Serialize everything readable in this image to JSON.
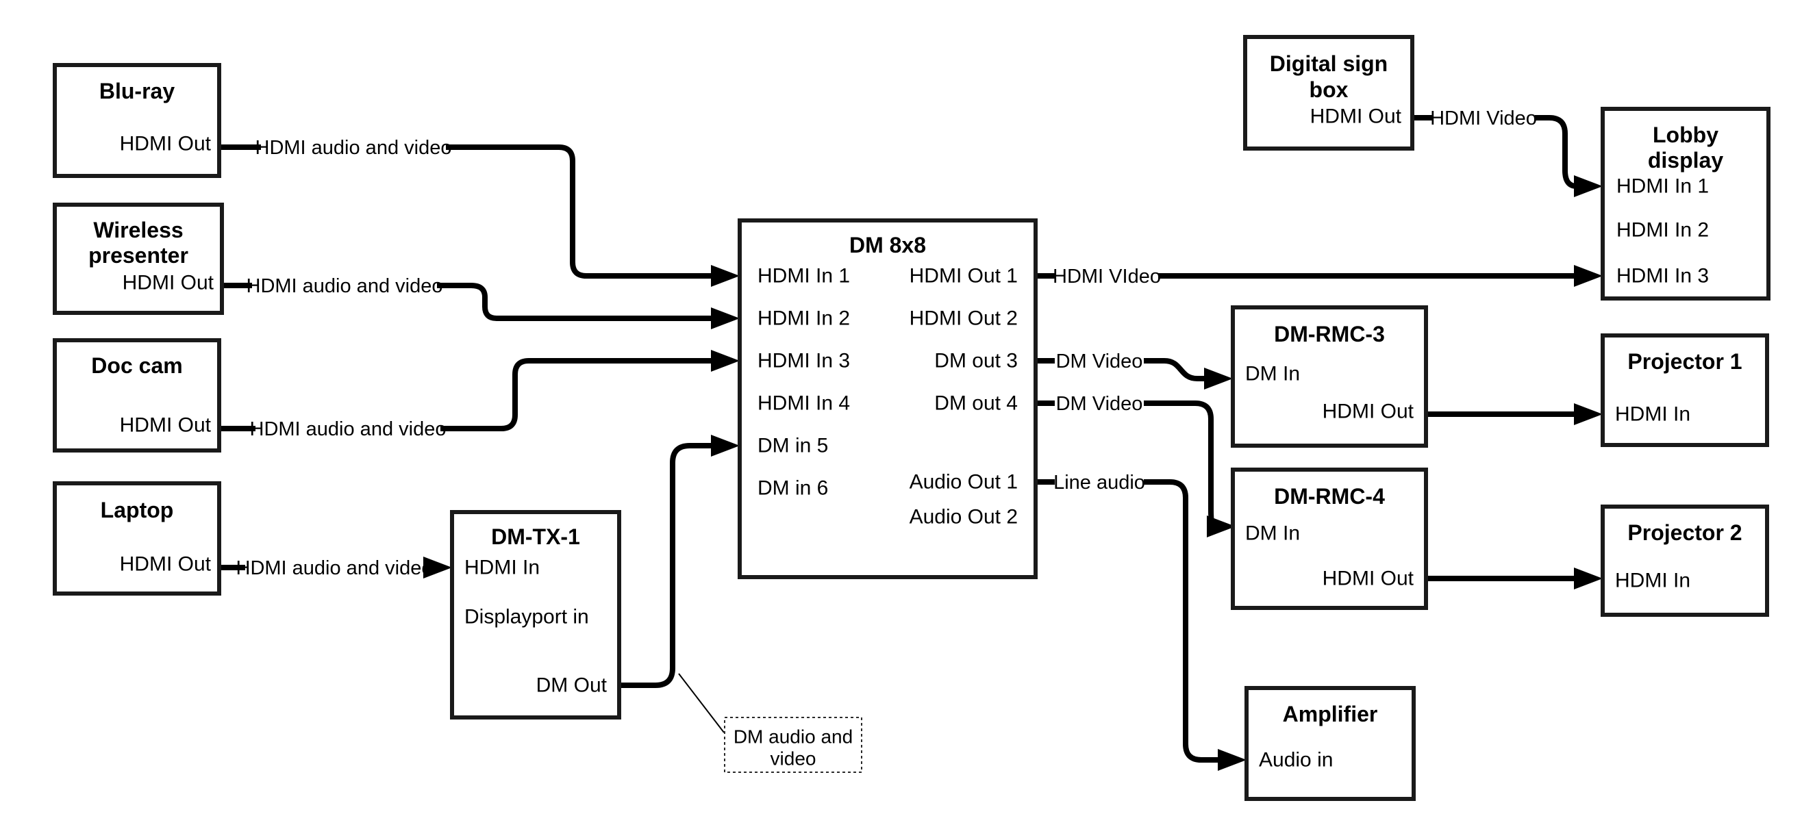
{
  "nodes": {
    "bluray": {
      "title": "Blu-ray",
      "port_hdmi_out": "HDMI Out"
    },
    "wireless_presenter": {
      "title_line1": "Wireless",
      "title_line2": "presenter",
      "port_hdmi_out": "HDMI Out"
    },
    "doc_cam": {
      "title": "Doc cam",
      "port_hdmi_out": "HDMI Out"
    },
    "laptop": {
      "title": "Laptop",
      "port_hdmi_out": "HDMI Out"
    },
    "dm_tx_1": {
      "title": "DM-TX-1",
      "port_hdmi_in": "HDMI In",
      "port_displayport_in": "Displayport in",
      "port_dm_out": "DM Out"
    },
    "dm_8x8": {
      "title": "DM 8x8",
      "ports_left": [
        "HDMI In 1",
        "HDMI In 2",
        "HDMI In 3",
        "HDMI In 4",
        "DM in 5",
        "DM in 6"
      ],
      "ports_right": [
        "HDMI Out 1",
        "HDMI Out 2",
        "DM out 3",
        "DM out 4",
        "Audio Out 1",
        "Audio Out 2"
      ]
    },
    "digital_sign_box": {
      "title_line1": "Digital sign",
      "title_line2": "box",
      "port_hdmi_out": "HDMI Out"
    },
    "lobby_display": {
      "title_line1": "Lobby",
      "title_line2": "display",
      "ports": [
        "HDMI In 1",
        "HDMI In 2",
        "HDMI In 3"
      ]
    },
    "dm_rmc_3": {
      "title": "DM-RMC-3",
      "port_dm_in": "DM In",
      "port_hdmi_out": "HDMI Out"
    },
    "projector_1": {
      "title": "Projector 1",
      "port_hdmi_in": "HDMI In"
    },
    "dm_rmc_4": {
      "title": "DM-RMC-4",
      "port_dm_in": "DM In",
      "port_hdmi_out": "HDMI Out"
    },
    "projector_2": {
      "title": "Projector 2",
      "port_hdmi_in": "HDMI In"
    },
    "amplifier": {
      "title": "Amplifier",
      "port_audio_in": "Audio in"
    }
  },
  "edge_labels": {
    "bluray_to_dm8x8": "HDMI audio and video",
    "wireless_to_dm8x8": "HDMI audio and video",
    "doccam_to_dm8x8": "HDMI audio and video",
    "laptop_to_dmtx1": "HDMI audio and video",
    "hdmiout1_to_lobby": "HDMI VIdeo",
    "digitalsign_to_lobby": "HDMI Video",
    "dmout3_to_rmc3": "DM Video",
    "dmout4_to_rmc4": "DM Video",
    "audioout1_to_amplifier": "Line audio"
  },
  "callout": {
    "line1": "DM audio and",
    "line2": "video"
  },
  "colors": {
    "background": "#ffffff",
    "connector_line": "#000000",
    "box_border": "#1a1a1a",
    "text": "#000000"
  }
}
